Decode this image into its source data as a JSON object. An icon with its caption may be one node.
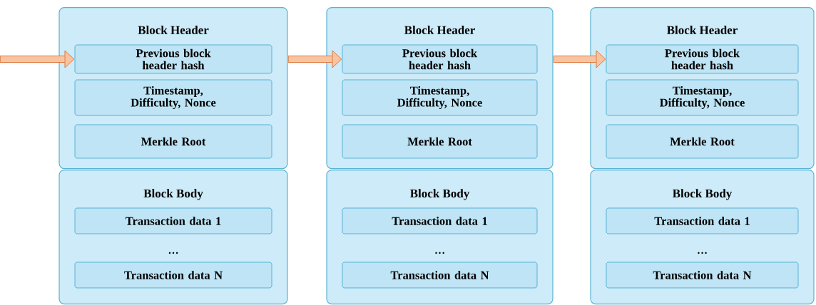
{
  "diagram": {
    "nodes": [
      {
        "text": [
          "Block Header"
        ]
      },
      {
        "text": [
          "Previous block header hash"
        ],
        "in": 0
      },
      {
        "text": [
          "Timestamp, Difficulty, Nonce"
        ],
        "in": 0
      },
      {
        "text": [
          "Merkle Root"
        ],
        "in": 0
      },
      {
        "text": [
          "Block Body",
          "…"
        ]
      },
      {
        "text": [
          "Transaction data 1"
        ],
        "in": 4
      },
      {
        "text": [
          "Transaction data N"
        ],
        "in": 4
      },
      {
        "text": [
          "Block Header"
        ]
      },
      {
        "text": [
          "Previous block header hash"
        ],
        "in": 7
      },
      {
        "text": [
          "Timestamp, Difficulty, Nonce"
        ],
        "in": 7
      },
      {
        "text": [
          "Merkle Root"
        ],
        "in": 7
      },
      {
        "text": [
          "Block Body",
          "…"
        ]
      },
      {
        "text": [
          "Transaction data 1"
        ],
        "in": 11
      },
      {
        "text": [
          "Transaction data N"
        ],
        "in": 11
      },
      {
        "text": [
          "Block Header"
        ]
      },
      {
        "text": [
          "Previous block header hash"
        ],
        "in": 14
      },
      {
        "text": [
          "Timestamp, Difficulty, Nonce"
        ],
        "in": 14
      },
      {
        "text": [
          "Merkle Root"
        ],
        "in": 14
      },
      {
        "text": [
          "Block Body",
          "…"
        ]
      },
      {
        "text": [
          "Transaction data 1"
        ],
        "in": 18
      },
      {
        "text": [
          "Transaction data N"
        ],
        "in": 18
      }
    ],
    "edges": [
      {
        "from": null,
        "to": 1,
        "arrow": "to"
      },
      {
        "from": 0,
        "to": 8,
        "arrow": "to"
      },
      {
        "from": 7,
        "to": 15,
        "arrow": "to"
      }
    ]
  }
}
